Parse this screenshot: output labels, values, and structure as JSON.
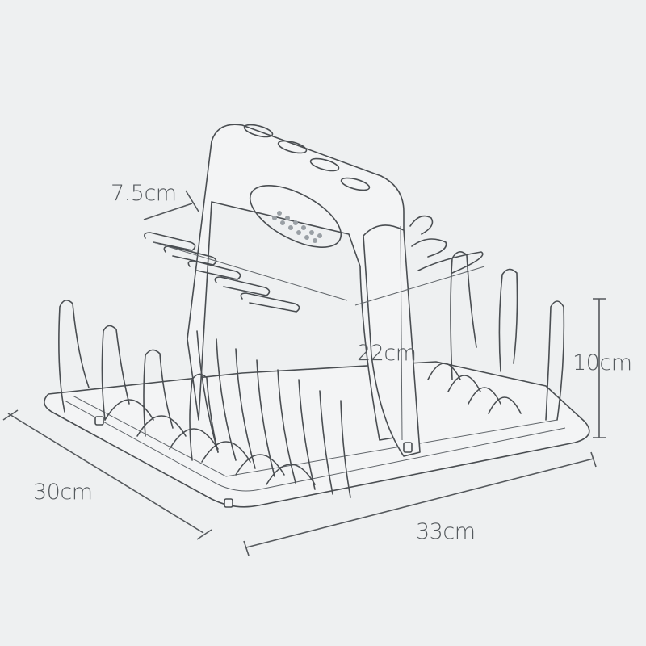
{
  "diagram": {
    "subject": "baby bottle drying rack line drawing",
    "background_color": "#eef0f1",
    "line_color": "#4a4e52",
    "label_color": "#555a5e"
  },
  "dimensions": {
    "prong_width": {
      "label": "7.5cm",
      "value": 7.5,
      "unit": "cm"
    },
    "total_height": {
      "label": "22cm",
      "value": 22,
      "unit": "cm"
    },
    "prong_height": {
      "label": "10cm",
      "value": 10,
      "unit": "cm"
    },
    "depth": {
      "label": "30cm",
      "value": 30,
      "unit": "cm"
    },
    "width": {
      "label": "33cm",
      "value": 33,
      "unit": "cm"
    }
  }
}
